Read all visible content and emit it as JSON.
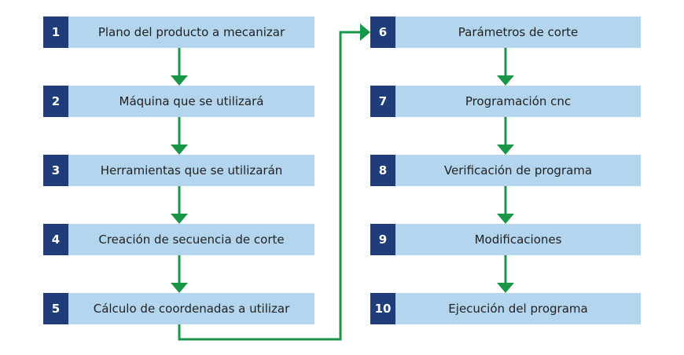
{
  "colors": {
    "number_box": "#1f3d7a",
    "label_box": "#b4d5ee",
    "arrow": "#1a9648"
  },
  "steps": [
    {
      "number": "1",
      "label": "Plano del producto a mecanizar"
    },
    {
      "number": "2",
      "label": "Máquina que se utilizará"
    },
    {
      "number": "3",
      "label": "Herramientas que se utilizarán"
    },
    {
      "number": "4",
      "label": "Creación de secuencia de corte"
    },
    {
      "number": "5",
      "label": "Cálculo de coordenadas a utilizar"
    },
    {
      "number": "6",
      "label": "Parámetros de corte"
    },
    {
      "number": "7",
      "label": "Programación cnc"
    },
    {
      "number": "8",
      "label": "Verificación de programa"
    },
    {
      "number": "9",
      "label": "Modificaciones"
    },
    {
      "number": "10",
      "label": "Ejecución del programa"
    }
  ]
}
